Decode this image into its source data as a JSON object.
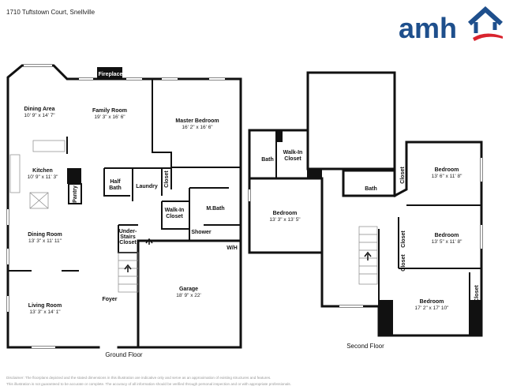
{
  "header": {
    "address": "1710 Tuftstown Court, Snellville"
  },
  "logo": {
    "text": "amh",
    "colors": {
      "blue": "#1e4f8c",
      "red": "#d9232e"
    }
  },
  "ground_floor": {
    "title": "Ground Floor",
    "rooms": [
      {
        "name": "Dining Area",
        "dims": "10' 9\" x 14' 7\""
      },
      {
        "name": "Family Room",
        "dims": "19' 3\" x 16' 6\""
      },
      {
        "name": "Master Bedroom",
        "dims": "16' 2\" x 16' 6\""
      },
      {
        "name": "Kitchen",
        "dims": "10' 9\" x 11' 3\""
      },
      {
        "name": "Dining Room",
        "dims": "13' 3\" x 11' 11\""
      },
      {
        "name": "Living Room",
        "dims": "13' 3\" x 14' 1\""
      },
      {
        "name": "Garage",
        "dims": "18' 9\" x 22'"
      }
    ],
    "labels": {
      "fireplace": "Fireplace",
      "half_bath_1": "Half",
      "half_bath_2": "Bath",
      "laundry": "Laundry",
      "closet": "Closet",
      "pantry": "Pantry",
      "walkin_1": "Walk-In",
      "walkin_2": "Closet",
      "mbath": "M.Bath",
      "shower": "Shower",
      "wh": "W/H",
      "under_1": "Under-",
      "under_2": "Stairs",
      "under_3": "Closet",
      "foyer": "Foyer"
    }
  },
  "second_floor": {
    "title": "Second Floor",
    "rooms": [
      {
        "name": "Bedroom",
        "dims": "13' 3\" x 13' 5\""
      },
      {
        "name": "Bedroom",
        "dims": "13' 6\" x 11' 8\""
      },
      {
        "name": "Bedroom",
        "dims": "13' 5\" x 11' 8\""
      },
      {
        "name": "Bedroom",
        "dims": "17' 2\" x 17' 10\""
      }
    ],
    "labels": {
      "bath_a": "Bath",
      "walkin_1": "Walk-In",
      "walkin_2": "Closet",
      "bath_b": "Bath",
      "closet": "Closet"
    }
  },
  "disclaimer": {
    "line1": "Disclaimer: The floorplans depicted and the stated dimensions in this illustration are indicative only and serve as an approximation of existing structures and features.",
    "line2": "This illustration is not guaranteed to be accurate or complete. The accuracy of all information should be verified through personal inspection and or with appropriate professionals."
  }
}
